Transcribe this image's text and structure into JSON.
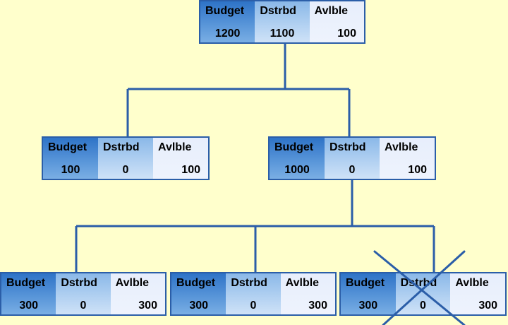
{
  "nodes": {
    "root": {
      "headers": [
        "Budget",
        "Dstrbd",
        "Avlble"
      ],
      "values": [
        "1200",
        "1100",
        "100"
      ]
    },
    "l1_left": {
      "headers": [
        "Budget",
        "Dstrbd",
        "Avlble"
      ],
      "values": [
        "100",
        "0",
        "100"
      ]
    },
    "l1_right": {
      "headers": [
        "Budget",
        "Dstrbd",
        "Avlble"
      ],
      "values": [
        "1000",
        "0",
        "100"
      ]
    },
    "l2_a": {
      "headers": [
        "Budget",
        "Dstrbd",
        "Avlble"
      ],
      "values": [
        "300",
        "0",
        "300"
      ]
    },
    "l2_b": {
      "headers": [
        "Budget",
        "Dstrbd",
        "Avlble"
      ],
      "values": [
        "300",
        "0",
        "300"
      ]
    },
    "l2_c": {
      "headers": [
        "Budget",
        "Dstrbd",
        "Avlble"
      ],
      "values": [
        "300",
        "0",
        "300"
      ],
      "crossed_out": true
    }
  },
  "colors": {
    "background": "#ffffcc",
    "connector": "#2b5ea8",
    "budget_fill": "#4a88d2",
    "dstrbd_fill": "#b4d2f2",
    "avlble_fill": "#eaf0fc",
    "cross": "#2b5ea8"
  }
}
